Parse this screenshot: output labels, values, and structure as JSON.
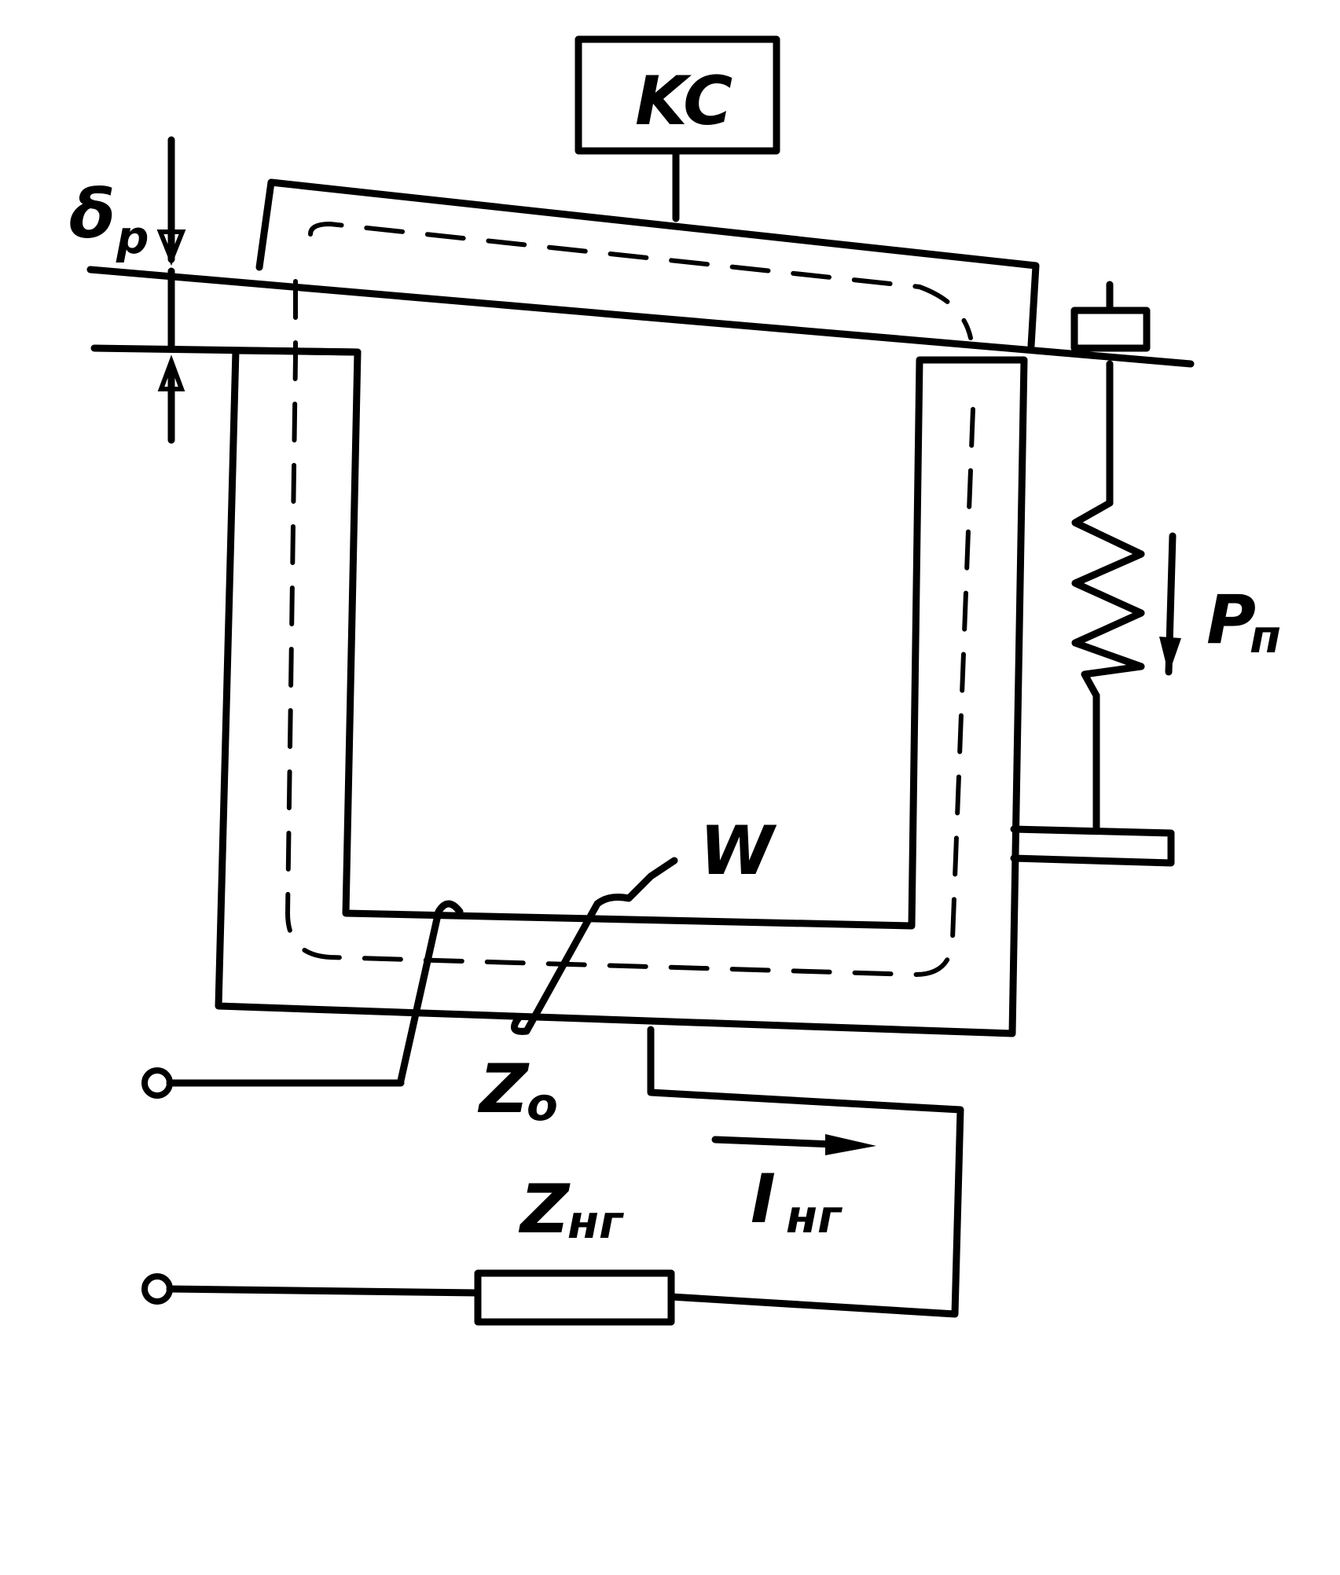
{
  "labels": {
    "control_system": "KC",
    "gap_symbol": "δ",
    "gap_subscript": "p",
    "spring_force_symbol": "P",
    "spring_force_subscript": "п",
    "winding": "W",
    "coil_impedance_symbol": "Z",
    "coil_impedance_subscript": "о",
    "load_impedance_symbol": "Z",
    "load_impedance_subscript": "нг",
    "load_current_symbol": "I",
    "load_current_subscript": "нг"
  }
}
